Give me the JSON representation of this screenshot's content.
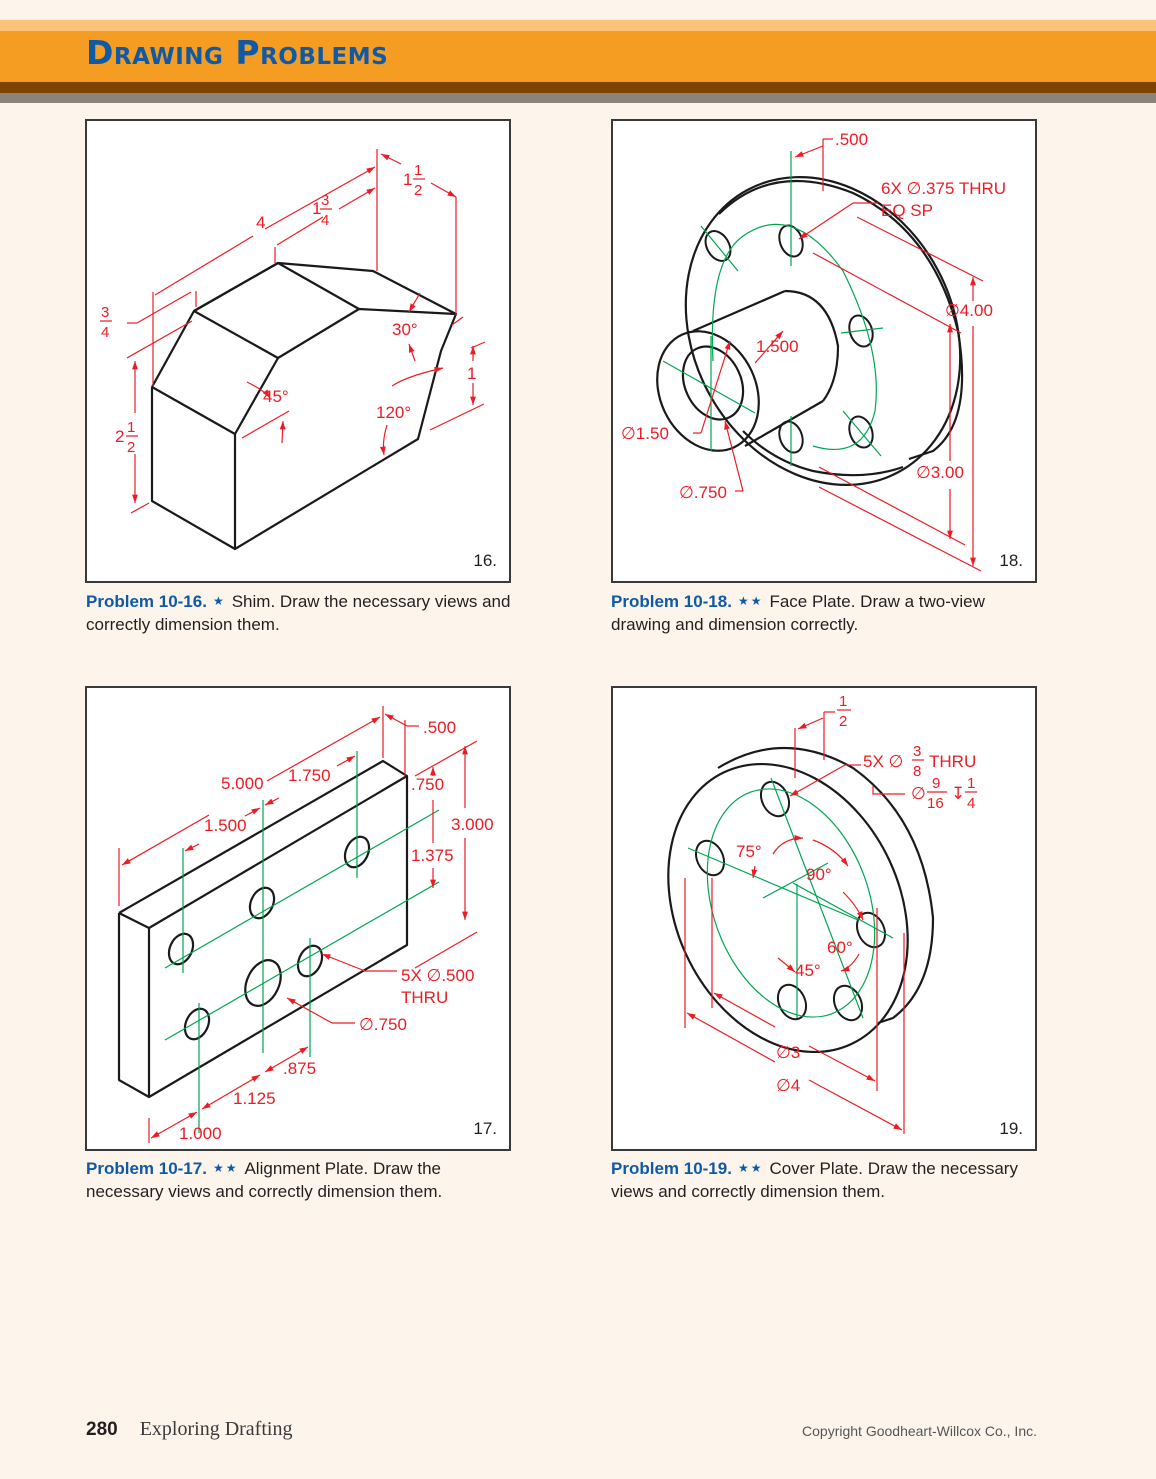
{
  "header": {
    "title": "Drawing Problems",
    "colors": {
      "band_light": "#fbc27a",
      "band_main": "#f59d22",
      "band_brown": "#7d4303",
      "band_gray": "#8b847d",
      "title": "#0e5aa7"
    }
  },
  "problems": [
    {
      "figure_number": "16.",
      "label": "Problem 10-16.",
      "stars": "★",
      "difficulty": 1,
      "text": "Shim. Draw the necessary views and correctly dimension them.",
      "dimensions": {
        "overall_length": "4",
        "top_length_whole": "1",
        "top_length_num": "3",
        "top_length_den": "4",
        "depth_whole": "1",
        "depth_num": "1",
        "depth_den": "2",
        "left_step_num": "3",
        "left_step_den": "4",
        "height_whole": "2",
        "height_num": "1",
        "height_den": "2",
        "right_height": "1",
        "angle_45": "45°",
        "angle_30": "30°",
        "angle_120": "120°"
      }
    },
    {
      "figure_number": "18.",
      "label": "Problem 10-18.",
      "stars": "★★",
      "difficulty": 2,
      "text": "Face Plate. Draw a two-view drawing and dimension correctly.",
      "dimensions": {
        "flange_thickness": ".500",
        "holes_line1": "6X ∅.375 THRU",
        "holes_line2": "EQ SP",
        "outer_dia": "∅4.00",
        "bolt_circle_dia": "∅3.00",
        "hub_length": "1.500",
        "hub_dia": "∅1.50",
        "bore_dia": "∅.750"
      }
    },
    {
      "figure_number": "17.",
      "label": "Problem 10-17.",
      "stars": "★★",
      "difficulty": 2,
      "text": "Alignment Plate. Draw the necessary views and correctly dimension them.",
      "dimensions": {
        "thickness": ".500",
        "length": "5.000",
        "hole_spacing_top": "1.750",
        "hole_offset_top": "1.500",
        "top_edge": ".750",
        "height": "3.000",
        "row_spacing": "1.375",
        "holes_line1": "5X ∅.500",
        "holes_line2": "THRU",
        "center_hole": "∅.750",
        "bottom_spacing_right": ".875",
        "bottom_spacing_mid": "1.125",
        "bottom_offset_left": "1.000"
      }
    },
    {
      "figure_number": "19.",
      "label": "Problem 10-19.",
      "stars": "★★",
      "difficulty": 2,
      "text": "Cover Plate. Draw the necessary views and correctly dimension them.",
      "dimensions": {
        "thickness_num": "1",
        "thickness_den": "2",
        "holes_prefix": "5X ∅",
        "holes_num": "3",
        "holes_den": "8",
        "holes_suffix": "THRU",
        "cbore_sym": "∅",
        "cbore_num": "9",
        "cbore_den": "16",
        "depth_num": "1",
        "depth_den": "4",
        "angle_75": "75°",
        "angle_90": "90°",
        "angle_60": "60°",
        "angle_45": "45°",
        "bolt_circle": "∅3",
        "outer_dia": "∅4"
      }
    }
  ],
  "footer": {
    "page_number": "280",
    "book_title": "Exploring Drafting",
    "copyright": "Copyright Goodheart-Willcox Co., Inc."
  },
  "drawing_colors": {
    "object_line": "#1a1a1a",
    "dimension": "#ed1c24",
    "centerline": "#00a651",
    "label_blue": "#0e5aa7"
  }
}
